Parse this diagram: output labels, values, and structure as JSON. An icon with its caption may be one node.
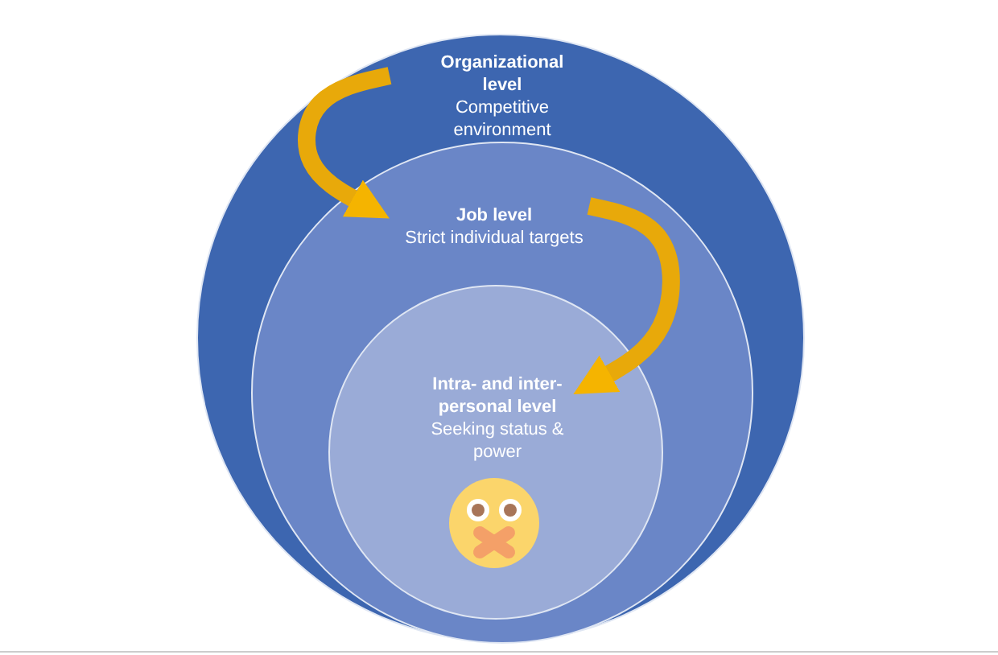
{
  "diagram": {
    "nodes": [
      {
        "text": [
          "Organizational level",
          "Competitive environment"
        ]
      },
      {
        "text": [
          "Job level",
          "Strict individual targets"
        ],
        "in": 0
      },
      {
        "text": [
          "Intra- and inter-personal level",
          "Seeking status & power"
        ],
        "in": 1
      }
    ],
    "edges": [
      {
        "from": 0,
        "to": 1,
        "arrow": "to"
      },
      {
        "from": 1,
        "to": 2,
        "arrow": "to"
      }
    ]
  }
}
